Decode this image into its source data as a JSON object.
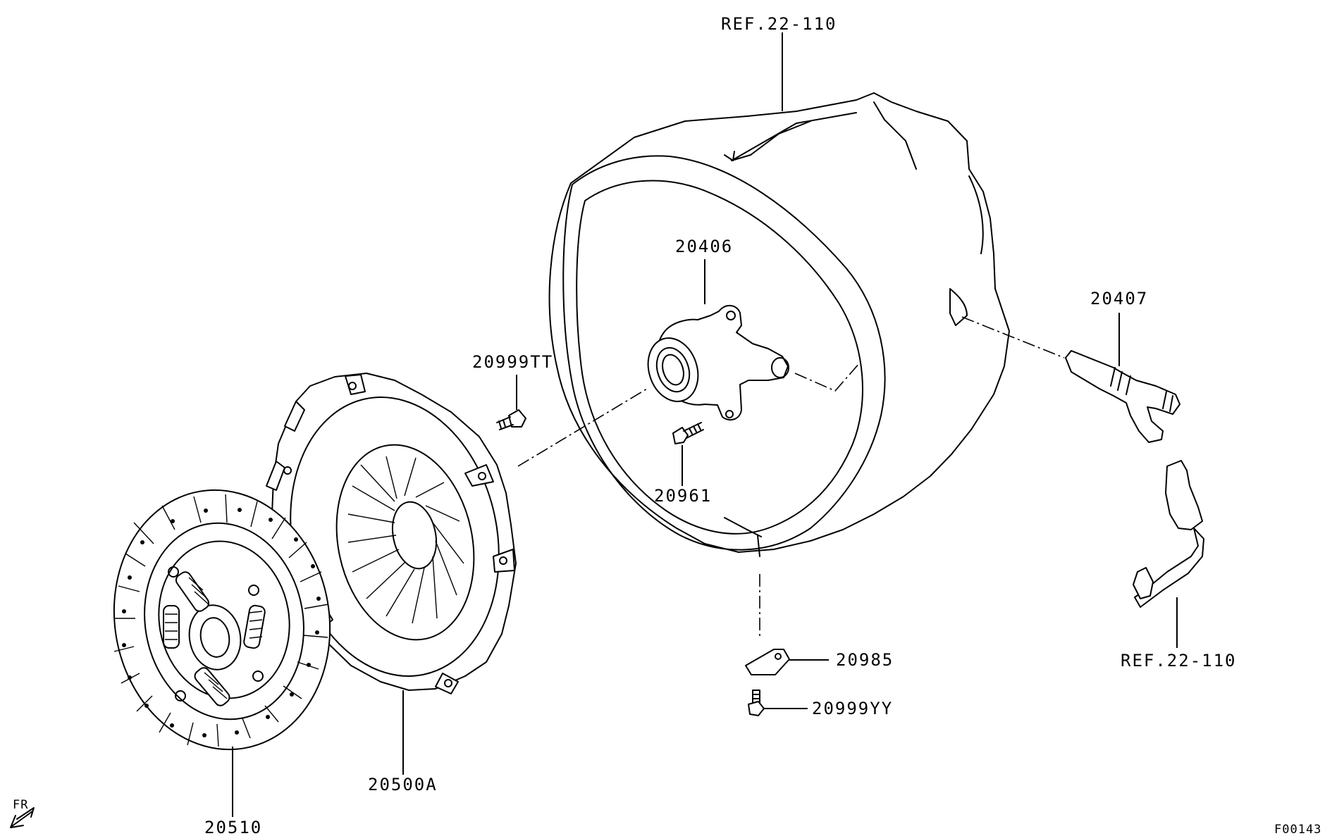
{
  "labels": {
    "ref_top": "REF.22-110",
    "ref_right": "REF.22-110",
    "part_20406": "20406",
    "part_20407": "20407",
    "part_20999tt": "20999TT",
    "part_20961": "20961",
    "part_20985": "20985",
    "part_20999yy": "20999YY",
    "part_20500a": "20500A",
    "part_20510": "20510",
    "front": "FR",
    "figure_code": "F00143"
  }
}
